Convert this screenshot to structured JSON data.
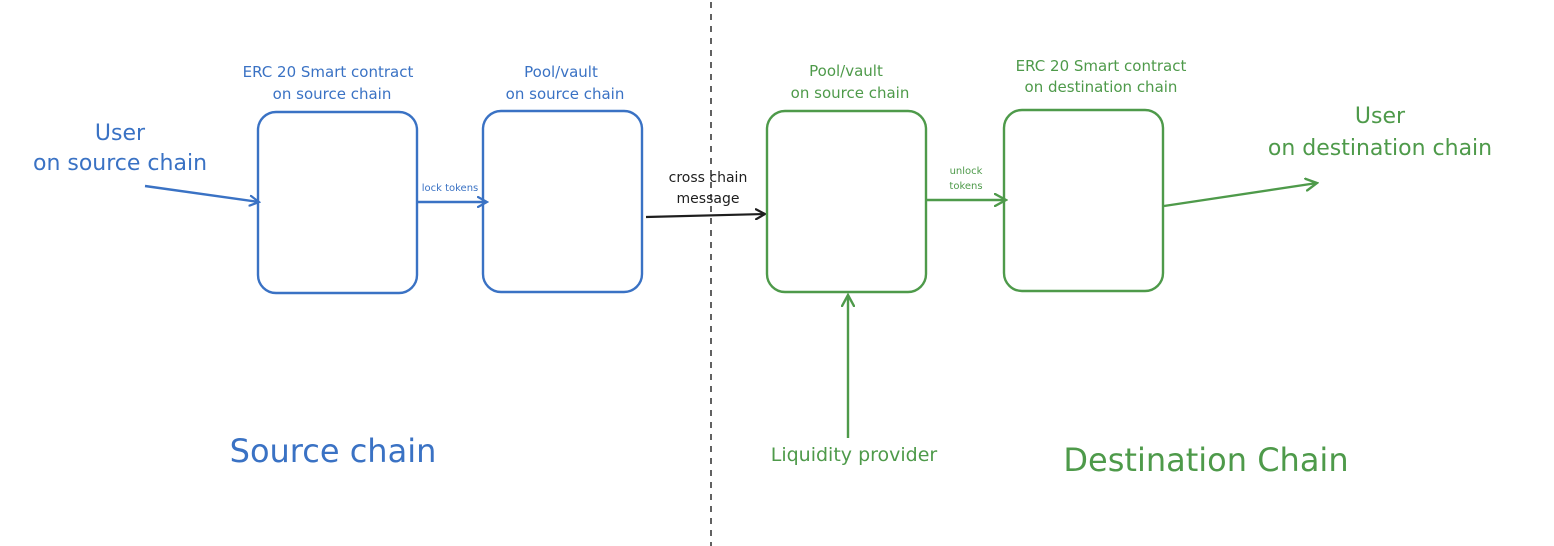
{
  "colors": {
    "source": "#3a72c4",
    "destination": "#4e9a4a",
    "message": "#1e1e1e",
    "divider": "#1e1e1e"
  },
  "source": {
    "section_title": "Source chain",
    "user_label": [
      "User",
      "on source chain"
    ],
    "erc20_label": [
      "ERC 20 Smart contract",
      "on source chain"
    ],
    "pool_label": [
      "Pool/vault",
      "on source chain"
    ],
    "lock_label": "lock tokens"
  },
  "bridge": {
    "message_label": [
      "cross chain",
      "message"
    ]
  },
  "destination": {
    "section_title": "Destination Chain",
    "pool_label": [
      "Pool/vault",
      "on source chain"
    ],
    "erc20_label": [
      "ERC 20 Smart contract",
      "on destination chain"
    ],
    "unlock_label": [
      "unlock",
      "tokens"
    ],
    "user_label": [
      "User",
      "on destination chain"
    ],
    "liquidity_label": "Liquidity provider"
  }
}
